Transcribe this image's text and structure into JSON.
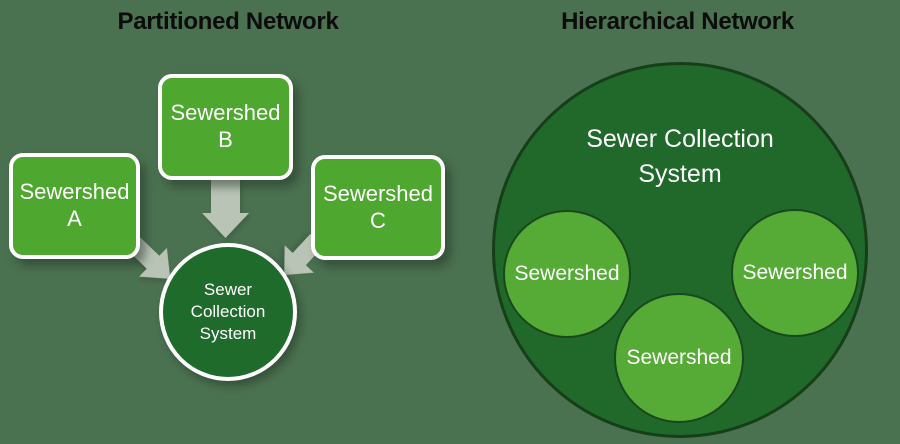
{
  "colors": {
    "background": "#4a7150",
    "box_green": "#4ea72e",
    "inner_circle_green": "#55ab35",
    "dark_circle_green": "#1f6b2b",
    "outer_circle_green": "#20692b",
    "outer_circle_border": "#163f18",
    "inner_circle_border": "#1a481c",
    "arrow_gray": "#b9c4b7",
    "title_text": "#0c0c0c",
    "label_text": "#ffffff"
  },
  "left_diagram": {
    "title": "Partitioned Network",
    "boxes": [
      {
        "id": "A",
        "line1": "Sewershed",
        "line2": "A"
      },
      {
        "id": "B",
        "line1": "Sewershed",
        "line2": "B"
      },
      {
        "id": "C",
        "line1": "Sewershed",
        "line2": "C"
      }
    ],
    "center_circle": {
      "line1": "Sewer",
      "line2": "Collection",
      "line3": "System"
    }
  },
  "right_diagram": {
    "title": "Hierarchical Network",
    "outer_circle": {
      "line1": "Sewer Collection",
      "line2": "System"
    },
    "inner_circles": [
      {
        "position": "left",
        "label": "Sewershed"
      },
      {
        "position": "right",
        "label": "Sewershed"
      },
      {
        "position": "bottom",
        "label": "Sewershed"
      }
    ]
  }
}
